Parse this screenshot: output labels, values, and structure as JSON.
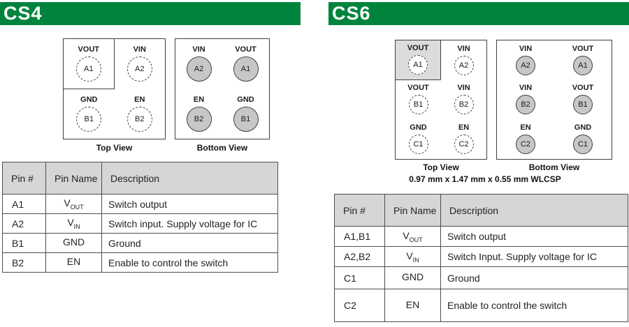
{
  "colors": {
    "header_green": "#00843D",
    "table_header_bg": "#d6d6d6",
    "ball_fill_gray": "#c6c7c9",
    "pin1_shade_gray": "#dcdcdc"
  },
  "cs4": {
    "title": "CS4",
    "top_view": {
      "caption": "Top View",
      "pins": [
        {
          "name": "VOUT",
          "id": "A1"
        },
        {
          "name": "VIN",
          "id": "A2"
        },
        {
          "name": "GND",
          "id": "B1"
        },
        {
          "name": "EN",
          "id": "B2"
        }
      ]
    },
    "bottom_view": {
      "caption": "Bottom View",
      "pins": [
        {
          "name": "VIN",
          "id": "A2"
        },
        {
          "name": "VOUT",
          "id": "A1"
        },
        {
          "name": "EN",
          "id": "B2"
        },
        {
          "name": "GND",
          "id": "B1"
        }
      ]
    },
    "table": {
      "col_pin": "Pin #",
      "col_name": "Pin Name",
      "col_desc": "Description",
      "rows": [
        {
          "pin": "A1",
          "name": "V",
          "sub": "OUT",
          "desc": "Switch output"
        },
        {
          "pin": "A2",
          "name": "V",
          "sub": "IN",
          "desc": "Switch input. Supply voltage for IC"
        },
        {
          "pin": "B1",
          "name": "GND",
          "sub": "",
          "desc": "Ground"
        },
        {
          "pin": "B2",
          "name": "EN",
          "sub": "",
          "desc": "Enable to control the switch"
        }
      ]
    }
  },
  "cs6": {
    "title": "CS6",
    "package_dims": "0.97 mm x 1.47 mm x 0.55 mm WLCSP",
    "top_view": {
      "caption": "Top View",
      "pins": [
        {
          "name": "VOUT",
          "id": "A1"
        },
        {
          "name": "VIN",
          "id": "A2"
        },
        {
          "name": "VOUT",
          "id": "B1"
        },
        {
          "name": "VIN",
          "id": "B2"
        },
        {
          "name": "GND",
          "id": "C1"
        },
        {
          "name": "EN",
          "id": "C2"
        }
      ]
    },
    "bottom_view": {
      "caption": "Bottom View",
      "pins": [
        {
          "name": "VIN",
          "id": "A2"
        },
        {
          "name": "VOUT",
          "id": "A1"
        },
        {
          "name": "VIN",
          "id": "B2"
        },
        {
          "name": "VOUT",
          "id": "B1"
        },
        {
          "name": "EN",
          "id": "C2"
        },
        {
          "name": "GND",
          "id": "C1"
        }
      ]
    },
    "table": {
      "col_pin": "Pin #",
      "col_name": "Pin Name",
      "col_desc": "Description",
      "rows": [
        {
          "pin": "A1,B1",
          "name": "V",
          "sub": "OUT",
          "desc": "Switch output"
        },
        {
          "pin": "A2,B2",
          "name": "V",
          "sub": "IN",
          "desc": "Switch Input. Supply voltage for IC"
        },
        {
          "pin": "C1",
          "name": "GND",
          "sub": "",
          "desc": "Ground"
        },
        {
          "pin": "C2",
          "name": "EN",
          "sub": "",
          "desc": "Enable to control the switch"
        }
      ]
    }
  }
}
